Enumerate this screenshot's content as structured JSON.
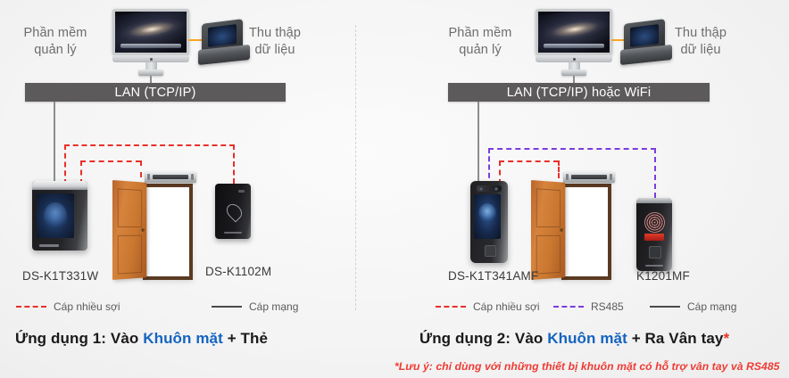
{
  "diagram": {
    "panels": [
      {
        "id": "panel-1",
        "software_label": "Phần mềm\nquản lý",
        "collector_label": "Thu thập\ndữ liệu",
        "lan_label": "LAN (TCP/IP)",
        "device_left": "DS-K1T331W",
        "device_right": "DS-K1102M",
        "legend": [
          {
            "swatch": "dashed-red",
            "text": "Cáp nhiều sợi"
          },
          {
            "swatch": "solid-gray",
            "text": "Cáp mạng"
          }
        ],
        "caption": {
          "prefix": "Ứng dụng 1: Vào ",
          "highlight": "Khuôn mặt",
          "suffix": " + Thẻ",
          "star": ""
        }
      },
      {
        "id": "panel-2",
        "software_label": "Phần mềm\nquản lý",
        "collector_label": "Thu thập\ndữ liệu",
        "lan_label": "LAN (TCP/IP) hoặc WiFi",
        "device_left": "DS-K1T341AMF",
        "device_right": "K1201MF",
        "legend": [
          {
            "swatch": "dashed-red",
            "text": "Cáp nhiều sợi"
          },
          {
            "swatch": "dashed-purple",
            "text": "RS485"
          },
          {
            "swatch": "solid-gray",
            "text": "Cáp mạng"
          }
        ],
        "caption": {
          "prefix": "Ứng dụng 2: Vào ",
          "highlight": "Khuôn mặt",
          "suffix": " + Ra Vân tay",
          "star": "*"
        }
      }
    ],
    "footnote": "*Lưu ý: chỉ dùng với những thiết bị khuôn mặt có hỗ trợ vân tay và RS485",
    "colors": {
      "background": "#f2f2f2",
      "lan_bar": "#5c5a5a",
      "multicore_cable": "#e8302a",
      "rs485_cable": "#7b3ddb",
      "network_cable": "#8d8d8d",
      "usb_cable": "#f5a623",
      "caption_highlight": "#1464c0",
      "footnote": "#ef3b34",
      "label_text": "#6d6d6d"
    }
  }
}
